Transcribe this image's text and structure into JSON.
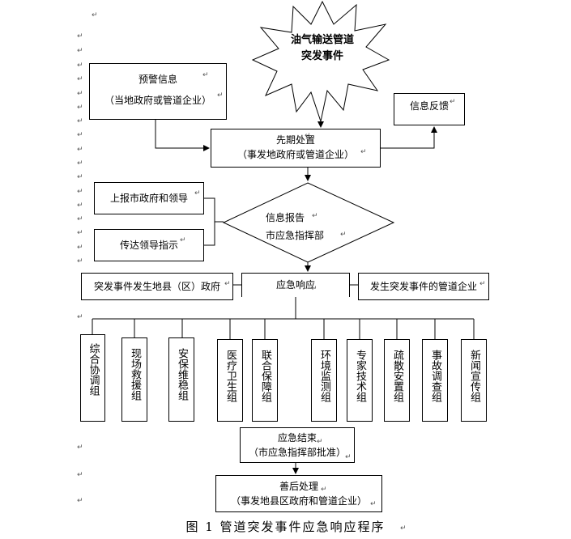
{
  "event": {
    "line1": "油气输送管道",
    "line2": "突发事件"
  },
  "warning": {
    "line1": "预警信息",
    "line2": "（当地政府或管道企业）"
  },
  "feedback": {
    "label": "信息反馈"
  },
  "initial": {
    "line1": "先期处置",
    "line2": "（事发地政府或管道企业）"
  },
  "report_city": {
    "label": "上报市政府和领导"
  },
  "instruct": {
    "label": "传达领导指示"
  },
  "info_report": {
    "line1": "信息报告",
    "line2": "市应急指挥部"
  },
  "county": {
    "label": "突发事件发生地县（区）政府"
  },
  "response": {
    "label": "应急响应"
  },
  "enterprise": {
    "label": "发生突发事件的管道企业"
  },
  "groups": [
    "综合协调组",
    "现场救援组",
    "安保维稳组",
    "医疗卫生组",
    "联合保障组",
    "环境监测组",
    "专家技术组",
    "疏散安置组",
    "事故调查组",
    "新闻宣传组"
  ],
  "end": {
    "line1": "应急结束",
    "line2": "（市应急指挥部批准）"
  },
  "aftermath": {
    "line1": "善后处理",
    "line2": "（事发地县区政府和管道企业）"
  },
  "caption": "图 1  管道突发事件应急响应程序",
  "para_mark": "↵"
}
